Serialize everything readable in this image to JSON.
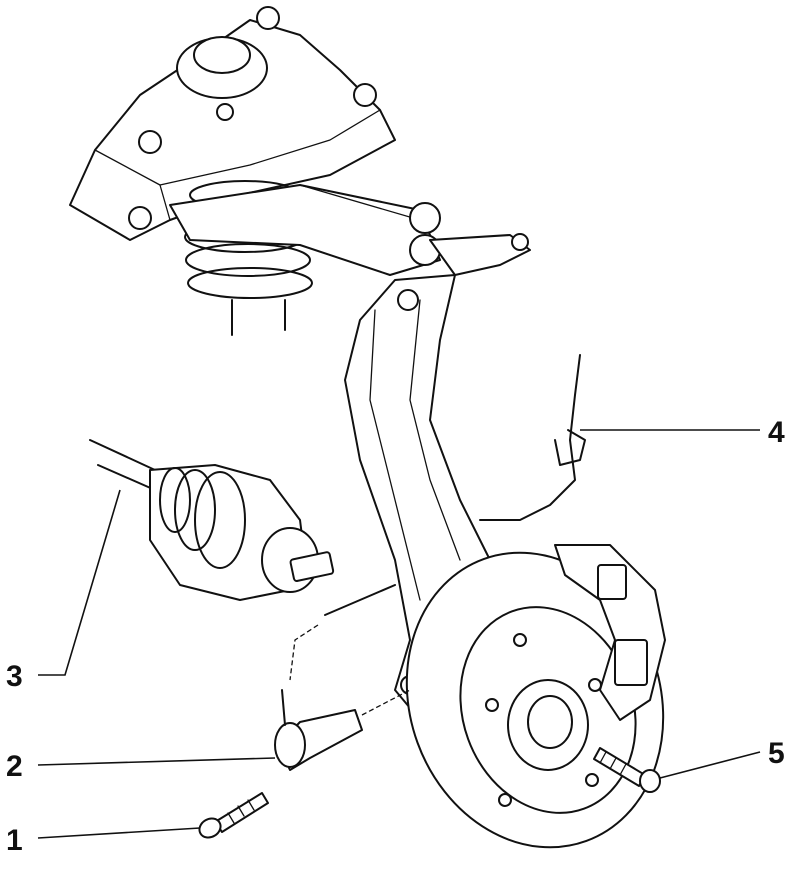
{
  "diagram": {
    "callouts": [
      {
        "id": "1",
        "label": "1"
      },
      {
        "id": "2",
        "label": "2"
      },
      {
        "id": "3",
        "label": "3"
      },
      {
        "id": "4",
        "label": "4"
      },
      {
        "id": "5",
        "label": "5"
      }
    ],
    "colors": {
      "ink": "#111111",
      "background": "#ffffff"
    }
  }
}
